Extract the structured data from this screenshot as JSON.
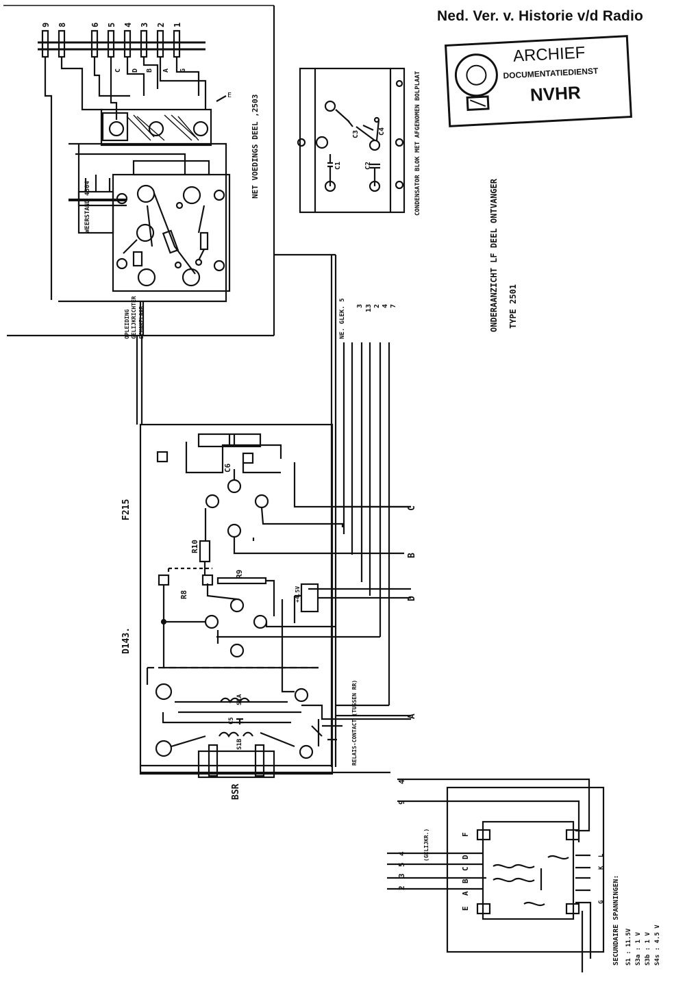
{
  "header": {
    "title": "Ned. Ver. v. Historie v/d Radio"
  },
  "stamp": {
    "line1": "ARCHIEF",
    "line2": "DOCUMENTATIEDIENST",
    "line3": "NVHR"
  },
  "labels": {
    "net_voedings": "NET VOEDINGS DEEL  ,2503",
    "condensator": "CONDENSATOR BLOK MET AFGENOMEN BOLPLAAT",
    "onderaanzicht": "ONDERAANZICHT LF DEEL ONTVANGER",
    "type": "TYPE  2501",
    "f215": "F215",
    "d143": "D143.",
    "bsr": "BSR",
    "c6": "C6",
    "r10": "R10",
    "r9": "R9",
    "r8": "R8",
    "s1a": "S1A",
    "s1b": "S1B",
    "c5": "C5",
    "c1": "C1",
    "c2": "C2",
    "c3": "C3",
    "c4": "C4",
    "terminal_c": "C",
    "terminal_b": "B",
    "terminal_d": "D",
    "terminal_a": "A",
    "bus_label": "NE. GLEK. 5",
    "bus_numbers": [
      "3",
      "13",
      "2",
      "4",
      "7"
    ],
    "top_terminals": [
      "9",
      "8",
      "6",
      "5",
      "4",
      "3",
      "2",
      "1"
    ],
    "top_letters": [
      "C",
      "D",
      "B",
      "A",
      "G"
    ],
    "secundaire_title": "SECUNDAIRE SPANNINGEN:",
    "secundaire": [
      "S1 : 11.5V",
      "S3a : 1 V",
      "S3b : 1 V",
      "S4s : 4.5 V"
    ],
    "transformer_left": [
      "E",
      "A",
      "B",
      "C",
      "D"
    ],
    "transformer_right": [
      "F",
      "K",
      "L",
      "G"
    ],
    "gelijkrichter": "(GELIJKR.)",
    "side_labels": [
      "OPLEIDING",
      "GELIJKRICHTER",
      "SCHAKELAAR"
    ],
    "weerstand": "WEERSTAND 4304",
    "bottom_numbers": [
      "4",
      "9",
      "3",
      "5",
      "4",
      "2"
    ],
    "contact": "RELAIS-CONTACT (TUSSEN RR)",
    "plus_label": "+4.5V",
    "misc_e": "E"
  }
}
